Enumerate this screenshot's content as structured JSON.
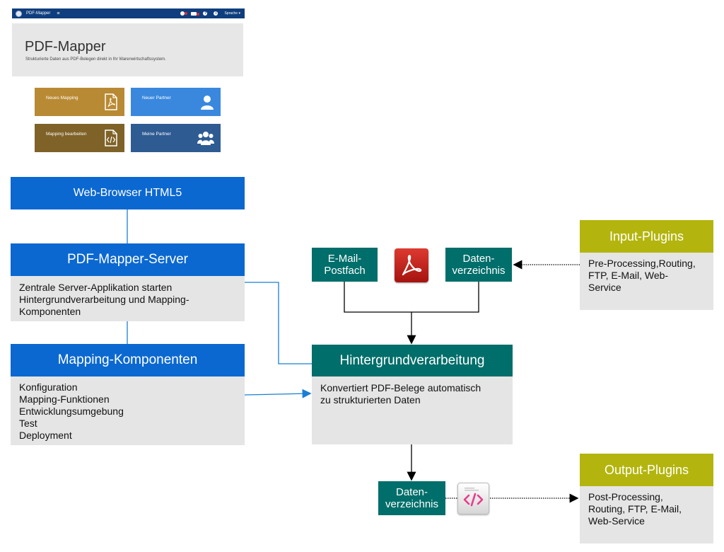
{
  "app": {
    "brand": "PDF-Mapper",
    "menu_icon": "hamburger-icon",
    "language": "Sprache",
    "title": "PDF-Mapper",
    "subtitle": "Strukturierte Daten aus PDF-Belegen direkt in Ihr Warenwirtschaftssystem.",
    "tiles": [
      {
        "label": "Neues Mapping",
        "color": "#b98a34",
        "icon": "pdf-file-icon"
      },
      {
        "label": "Neuer Partner",
        "color": "#3a88de",
        "icon": "user-icon"
      },
      {
        "label": "Mapping bearbeiten",
        "color": "#7e6228",
        "icon": "code-file-icon"
      },
      {
        "label": "Meine Partner",
        "color": "#2f5b93",
        "icon": "users-icon"
      }
    ]
  },
  "diagram": {
    "browser": "Web-Browser HTML5",
    "server": {
      "title": "PDF-Mapper-Server",
      "lines": [
        "Zentrale Server-Applikation starten",
        "Hintergrundverarbeitung und Mapping-",
        "Komponenten"
      ]
    },
    "mapping": {
      "title": "Mapping-Komponenten",
      "lines": [
        "Konfiguration",
        "Mapping-Funktionen",
        "Entwicklungsumgebung",
        "Test",
        "Deployment"
      ]
    },
    "email_box": [
      "E-Mail-",
      "Postfach"
    ],
    "dir_in": [
      "Daten-",
      "verzeichnis"
    ],
    "background": {
      "title": "Hintergrundverarbeitung",
      "lines": [
        "Konvertiert PDF-Belege automatisch",
        "zu strukturierten Daten"
      ]
    },
    "dir_out": [
      "Daten-",
      "verzeichnis"
    ],
    "input_plugins": {
      "title": "Input-Plugins",
      "lines": [
        "Pre-Processing,Routing,",
        "FTP, E-Mail, Web-",
        "Service"
      ]
    },
    "output_plugins": {
      "title": "Output-Plugins",
      "lines": [
        "Post-Processing,",
        "Routing, FTP, E-Mail,",
        "Web-Service"
      ]
    },
    "colors": {
      "blue": "#0b68d1",
      "teal": "#006e6a",
      "olive": "#b3b50e",
      "grey": "#e5e5e5",
      "pdf_red": "#c8201c"
    }
  }
}
